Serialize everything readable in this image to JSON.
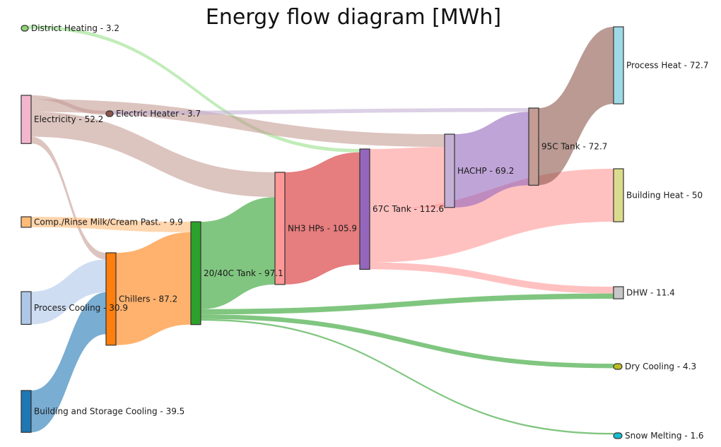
{
  "title": "Energy flow diagram [MWh]",
  "units": "MWh",
  "nodes": [
    {
      "id": "district_heating",
      "label": "District Heating - 3.2",
      "color": "#8fd175"
    },
    {
      "id": "electricity",
      "label": "Electricity - 52.2",
      "color": "#f4b6cf"
    },
    {
      "id": "electric_heater",
      "label": "Electric Heater - 3.7",
      "color": "#8c564b"
    },
    {
      "id": "comp_rinse",
      "label": "Comp./Rinse Milk/Cream Past. - 9.9",
      "color": "#ffbb78"
    },
    {
      "id": "process_cooling",
      "label": "Process Cooling - 30.9",
      "color": "#aec7e8"
    },
    {
      "id": "building_storage_cooling",
      "label": "Building and Storage Cooling - 39.5",
      "color": "#1f77b4"
    },
    {
      "id": "chillers",
      "label": "Chillers - 87.2",
      "color": "#ff7f0e"
    },
    {
      "id": "tank_20_40",
      "label": "20/40C Tank - 97.1",
      "color": "#2ca02c"
    },
    {
      "id": "nh3_hps",
      "label": "NH3 HPs - 105.9",
      "color": "#ff9896"
    },
    {
      "id": "tank_67",
      "label": "67C Tank - 112.6",
      "color": "#9467bd"
    },
    {
      "id": "hachp",
      "label": "HACHP - 69.2",
      "color": "#c5b0d5"
    },
    {
      "id": "tank_95",
      "label": "95C Tank - 72.7",
      "color": "#c49c94"
    },
    {
      "id": "process_heat",
      "label": "Process Heat - 72.7",
      "color": "#9edae5"
    },
    {
      "id": "building_heat",
      "label": "Building Heat - 50",
      "color": "#dbdb8d"
    },
    {
      "id": "dhw",
      "label": "DHW - 11.4",
      "color": "#c7c7c7"
    },
    {
      "id": "dry_cooling",
      "label": "Dry Cooling - 4.3",
      "color": "#bcbd22"
    },
    {
      "id": "snow_melting",
      "label": "Snow Melting - 1.6",
      "color": "#17becf"
    }
  ],
  "links": [
    {
      "source": "district_heating",
      "target": "tank_67",
      "value": 3.2,
      "color": "#98df8a"
    },
    {
      "source": "electricity",
      "target": "electric_heater",
      "value": 3.7,
      "color": "#c49c94"
    },
    {
      "source": "electricity",
      "target": "hachp",
      "value": 12.0,
      "color": "#c49c94"
    },
    {
      "source": "electricity",
      "target": "nh3_hps",
      "value": 23.4,
      "color": "#c49c94"
    },
    {
      "source": "electricity",
      "target": "chillers",
      "value": 6.4,
      "color": "#c49c94"
    },
    {
      "source": "electric_heater",
      "target": "tank_95",
      "value": 3.7,
      "color": "#c5b0d5"
    },
    {
      "source": "comp_rinse",
      "target": "tank_20_40",
      "value": 9.9,
      "color": "#ffbb78"
    },
    {
      "source": "process_cooling",
      "target": "chillers",
      "value": 30.9,
      "color": "#aec7e8"
    },
    {
      "source": "building_storage_cooling",
      "target": "chillers",
      "value": 39.5,
      "color": "#1f77b4"
    },
    {
      "source": "chillers",
      "target": "tank_20_40",
      "value": 87.2,
      "color": "#ff7f0e"
    },
    {
      "source": "tank_20_40",
      "target": "nh3_hps",
      "value": 82.5,
      "color": "#2ca02c"
    },
    {
      "source": "tank_20_40",
      "target": "dhw",
      "value": 5.0,
      "color": "#2ca02c"
    },
    {
      "source": "tank_20_40",
      "target": "dry_cooling",
      "value": 4.3,
      "color": "#2ca02c"
    },
    {
      "source": "tank_20_40",
      "target": "snow_melting",
      "value": 1.6,
      "color": "#2ca02c"
    },
    {
      "source": "nh3_hps",
      "target": "tank_67",
      "value": 105.9,
      "color": "#d62728"
    },
    {
      "source": "tank_67",
      "target": "hachp",
      "value": 57.2,
      "color": "#ff9896"
    },
    {
      "source": "tank_67",
      "target": "building_heat",
      "value": 50.0,
      "color": "#ff9896"
    },
    {
      "source": "tank_67",
      "target": "dhw",
      "value": 6.4,
      "color": "#ff9896"
    },
    {
      "source": "hachp",
      "target": "tank_95",
      "value": 69.2,
      "color": "#9467bd"
    },
    {
      "source": "tank_95",
      "target": "process_heat",
      "value": 72.7,
      "color": "#8c564b"
    }
  ]
}
